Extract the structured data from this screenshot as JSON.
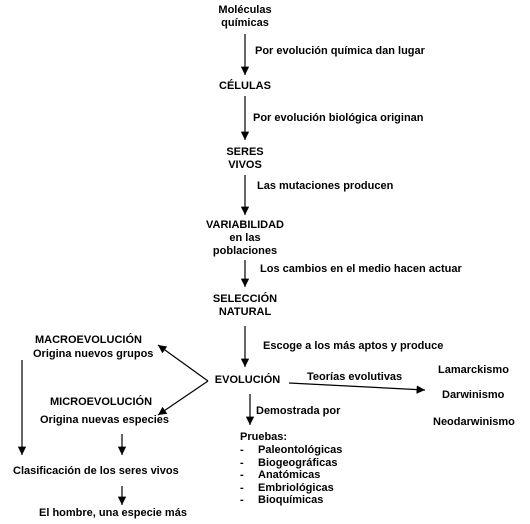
{
  "nodes": {
    "moleculas": [
      "Moléculas",
      "químicas"
    ],
    "celulas": "CÉLULAS",
    "seres_vivos": [
      "SERES",
      "VIVOS"
    ],
    "variabilidad": [
      "VARIABILIDAD",
      "en las",
      "poblaciones"
    ],
    "seleccion": [
      "SELECCIÓN",
      "NATURAL"
    ],
    "evolucion": "EVOLUCIÓN",
    "macroevolucion": "MACROEVOLUCIÓN",
    "macro_desc": "Origina nuevos grupos",
    "microevolucion": "MICROEVOLUCIÓN",
    "micro_desc": "Origina nuevas especies",
    "clasificacion": "Clasificación de los seres vivos",
    "hombre": "El hombre, una especie más"
  },
  "edge_labels": {
    "e1": "Por evolución química dan lugar",
    "e2": "Por evolución biológica originan",
    "e3": "Las mutaciones producen",
    "e4": "Los cambios en el medio hacen actuar",
    "e5": "Escoge a los más aptos y produce",
    "teorias": "Teorías evolutivas",
    "demostrada": "Demostrada por"
  },
  "teorias": [
    "Lamarckismo",
    "Darwinismo",
    "Neodarwinismo"
  ],
  "pruebas": {
    "title": "Pruebas:",
    "items": [
      "Paleontológicas",
      "Biogeográficas",
      "Anatómicas",
      "Embriológicas",
      "Bioquímicas"
    ]
  }
}
